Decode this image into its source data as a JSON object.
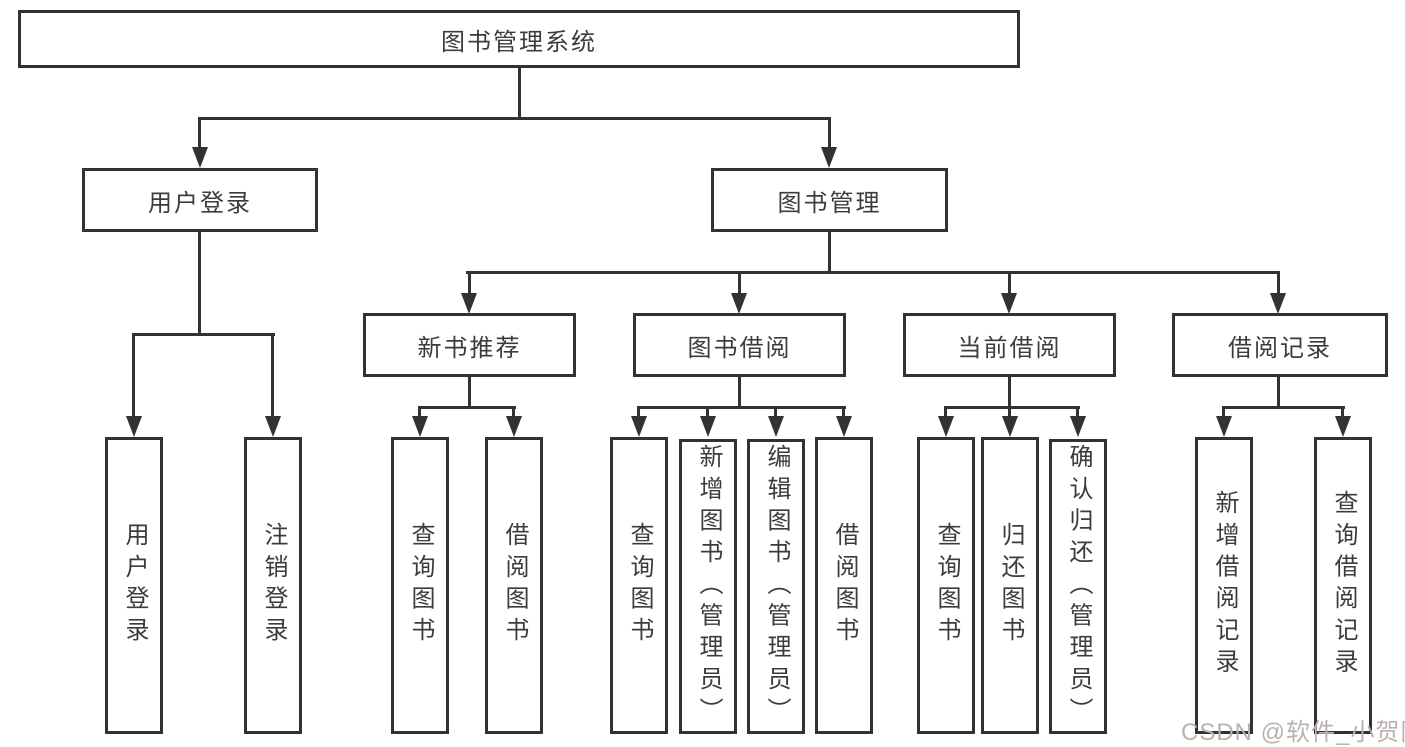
{
  "diagram": {
    "title": "图书管理系统",
    "level1": [
      {
        "label": "用户登录"
      },
      {
        "label": "图书管理"
      }
    ],
    "level2": [
      {
        "label": "新书推荐"
      },
      {
        "label": "图书借阅"
      },
      {
        "label": "当前借阅"
      },
      {
        "label": "借阅记录"
      }
    ],
    "leaves": {
      "user_login": [
        "用户登录",
        "注销登录"
      ],
      "new_book_recommend": [
        "查询图书",
        "借阅图书"
      ],
      "book_borrowing": [
        "查询图书",
        "新增图书（管理员）",
        "编辑图书（管理员）",
        "借阅图书"
      ],
      "current_borrowing": [
        "查询图书",
        "归还图书",
        "确认归还（管理员）"
      ],
      "borrowing_records": [
        "新增借阅记录",
        "查询借阅记录"
      ]
    },
    "colors": {
      "line": "#323232",
      "text": "#3c3c3c",
      "background": "#ffffff",
      "watermark": "#b9b2b0"
    }
  },
  "watermark": {
    "text": "CSDN @软件_小贺同学"
  }
}
